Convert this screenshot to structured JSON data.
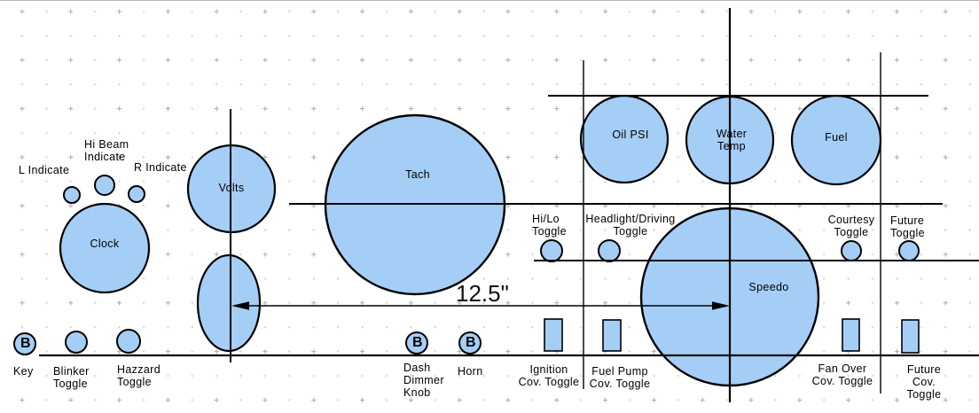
{
  "colors": {
    "gauge_fill": "#A5CEF7",
    "outline": "#000000"
  },
  "dimension": {
    "label": "12.5\""
  },
  "bulb": {
    "letter": "B"
  },
  "indicators": {
    "l": "L Indicate",
    "hi_beam": "Hi Beam\nIndicate",
    "r": "R Indicate"
  },
  "gauges": {
    "clock": "Clock",
    "volts": "Volts",
    "tach": "Tach",
    "oil_psi": "Oil PSI",
    "water_temp": "Water\nTemp",
    "fuel": "Fuel",
    "speedo": "Speedo"
  },
  "toggles": {
    "hi_lo": "Hi/Lo\nToggle",
    "headlight_driving": "Headlight/Driving\nToggle",
    "courtesy": "Courtesy\nToggle",
    "future": "Future\nToggle"
  },
  "controls": {
    "key": "Key",
    "blinker": "Blinker\nToggle",
    "hazzard": "Hazzard\nToggle",
    "dash_dimmer": "Dash\nDimmer\nKnob",
    "horn": "Horn",
    "ignition_cov": "Ignition\nCov. Toggle",
    "fuel_pump_cov": "Fuel Pump\nCov. Toggle",
    "fan_over_cov": "Fan Over\nCov. Toggle",
    "future_cov": "Future\nCov. Toggle"
  }
}
